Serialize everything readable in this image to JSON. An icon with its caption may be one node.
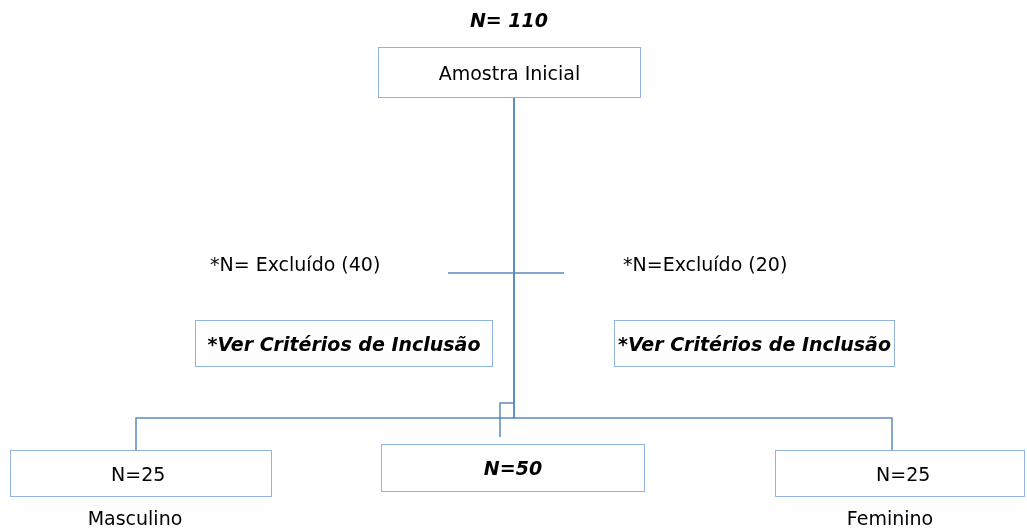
{
  "diagram": {
    "nodes": [
      {
        "text": [
          "N= 110",
          "Amostra Inicial"
        ]
      },
      {
        "text": [
          "*Ver Critérios de Inclusão"
        ]
      },
      {
        "text": [
          "*Ver Critérios de Inclusão"
        ]
      },
      {
        "text": [
          "N=25"
        ],
        "beside": [
          "Masculino"
        ]
      },
      {
        "text": [
          "N=50"
        ]
      },
      {
        "text": [
          "N=25"
        ],
        "beside": [
          "Feminino"
        ]
      }
    ],
    "edges": [
      {
        "from": 0,
        "to": 3,
        "arrow": "none"
      },
      {
        "from": 0,
        "to": 4,
        "arrow": "none"
      },
      {
        "from": 0,
        "to": 5,
        "arrow": "none"
      }
    ],
    "labels": [
      "*N= Excluído (40)",
      "*N=Excluído (20)"
    ]
  }
}
